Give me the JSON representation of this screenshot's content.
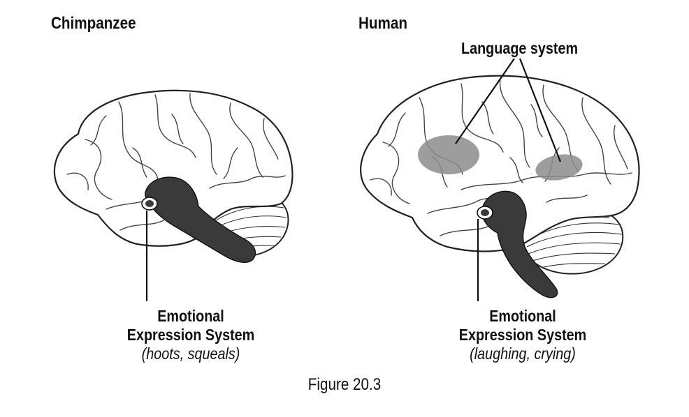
{
  "panels": {
    "left_title": "Chimpanzee",
    "right_title": "Human"
  },
  "labels": {
    "language": "Language system",
    "left_emotion_line1": "Emotional",
    "left_emotion_line2": "Expression System",
    "left_emotion_examples": "(hoots, squeals)",
    "right_emotion_line1": "Emotional",
    "right_emotion_line2": "Expression System",
    "right_emotion_examples": "(laughing, crying)"
  },
  "caption": "Figure 20.3",
  "colors": {
    "emotional_region": "#3a3a3a",
    "language_region": "#8c8c8c",
    "outline": "#222222"
  }
}
